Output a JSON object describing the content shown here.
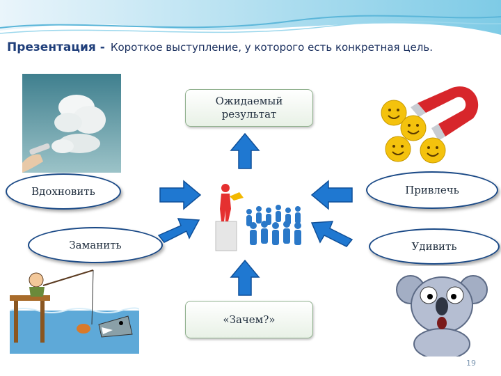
{
  "header": {
    "term": "Презентация -",
    "definition": "Короткое выступление, у которого есть конкретная цель."
  },
  "diagram": {
    "top_box": "Ожидаемый результат",
    "bottom_box": "«Зачем?»",
    "left_oval_top": "Вдохновить",
    "left_oval_bottom": "Заманить",
    "right_oval_top": "Привлечь",
    "right_oval_bottom": "Удивить"
  },
  "images": {
    "cloud_photo": "cloud-spray-photo",
    "magnet_smileys": "magnet-smileys-image",
    "speaker_crowd": "speaker-crowd-image",
    "fishing_cartoon": "fishing-cartoon-image",
    "koala": "surprised-koala-image"
  },
  "footer": {
    "page_number": "19"
  },
  "colors": {
    "arrow": "#1f78d1",
    "oval_border": "#1b4a87",
    "title": "#1f3e7a"
  }
}
